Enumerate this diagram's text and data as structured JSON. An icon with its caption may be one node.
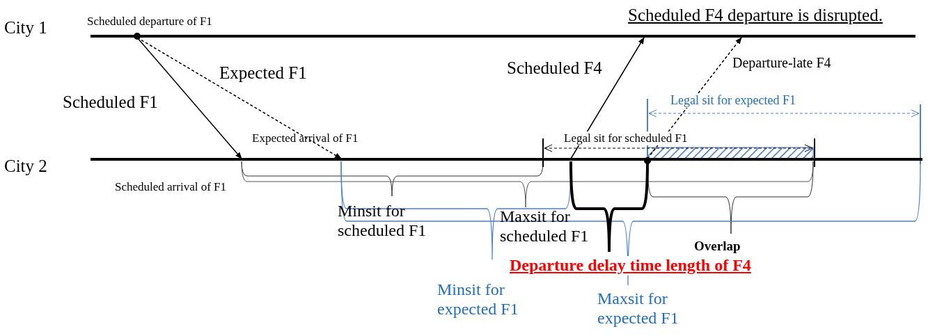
{
  "diagram": {
    "title": "Scheduled F4 departure is disrupted.",
    "nodes": [
      {
        "text": [
          "City 1"
        ]
      },
      {
        "text": [
          "City 2"
        ]
      }
    ],
    "edges": [
      {
        "from": 0,
        "to": 1,
        "arrow": "to",
        "label": "Scheduled F1"
      },
      {
        "from": 0,
        "to": 1,
        "arrow": "to",
        "label": "Expected F1",
        "style": "dashed"
      },
      {
        "from": 1,
        "to": 0,
        "arrow": "to",
        "label": "Scheduled F4"
      },
      {
        "from": 1,
        "to": 0,
        "arrow": "to",
        "label": "Departure-late F4",
        "style": "dashed"
      }
    ],
    "labels": [
      "Scheduled departure of F1",
      "Expected arrival of F1",
      "Scheduled arrival of F1",
      "Legal sit for expected F1",
      "Legal sit for scheduled F1",
      "Minsit for scheduled F1",
      "Maxsit for scheduled F1",
      "Overlap",
      "Departure delay time length of F4",
      "Minsit for expected F1",
      "Maxsit for expected F1"
    ]
  }
}
